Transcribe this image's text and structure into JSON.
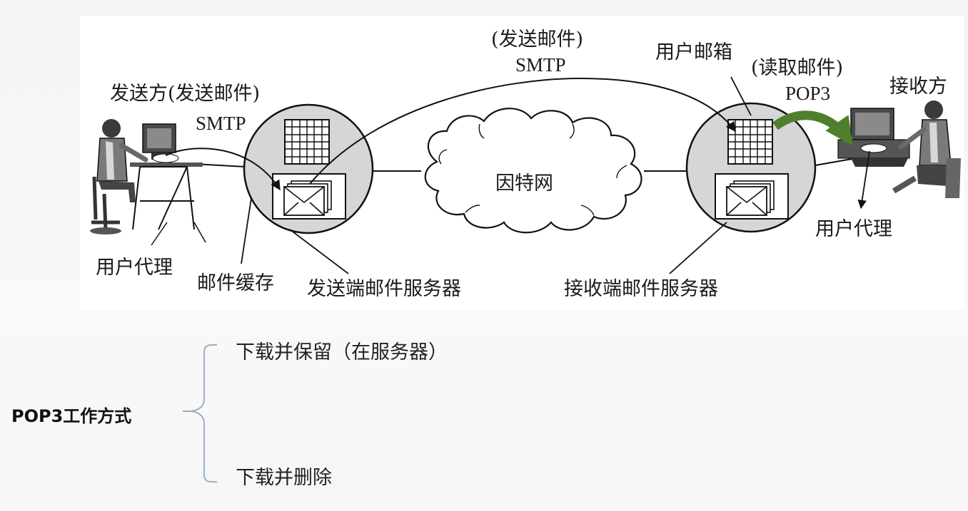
{
  "diagram": {
    "labels": {
      "sender": "发送方(发送邮件)",
      "sender_protocol": "SMTP",
      "middle_action": "(发送邮件)",
      "middle_protocol": "SMTP",
      "mailbox": "用户邮箱",
      "read_action": "(读取邮件)",
      "read_protocol": "POP3",
      "receiver": "接收方",
      "internet": "因特网",
      "user_agent_left": "用户代理",
      "mail_cache": "邮件缓存",
      "send_server": "发送端邮件服务器",
      "recv_server": "接收端邮件服务器",
      "user_agent_right": "用户代理"
    },
    "colors": {
      "server_fill": "#d6d6d6",
      "pop3_arrow": "#4f7f2c",
      "line": "#111111"
    }
  },
  "summary": {
    "title": "POP3工作方式",
    "options": [
      "下载并保留（在服务器）",
      "下载并删除"
    ],
    "brace_color": "#9bb0c6"
  }
}
